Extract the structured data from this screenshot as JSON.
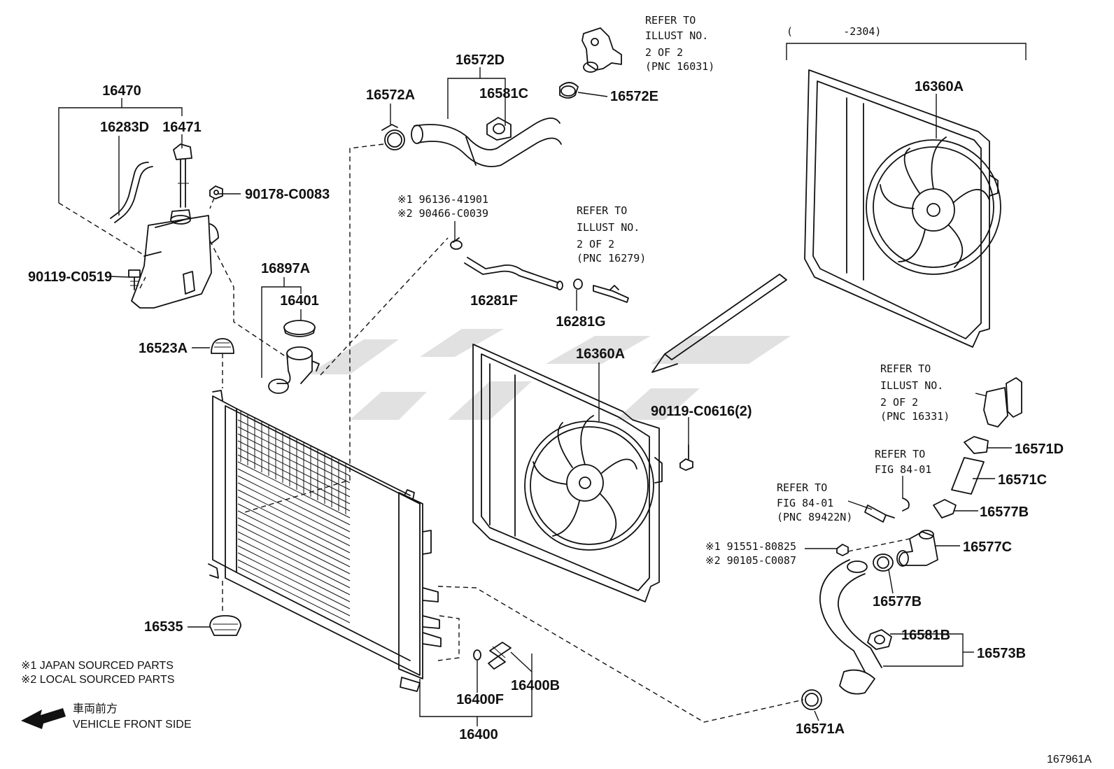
{
  "diagram": {
    "illustration_number": "167961A",
    "range_label": "(        -2304)",
    "watermark": "",
    "parts": {
      "p16470": "16470",
      "p16283D": "16283D",
      "p16471": "16471",
      "p90178": "90178-C0083",
      "p90119_0519": "90119-C0519",
      "p16897A": "16897A",
      "p16401": "16401",
      "p16523A": "16523A",
      "p16535": "16535",
      "p16572D": "16572D",
      "p16572A": "16572A",
      "p16581C": "16581C",
      "p16572E": "16572E",
      "p16281F": "16281F",
      "p16281G": "16281G",
      "p16360A_top": "16360A",
      "p16360A_mid": "16360A",
      "p90119_0616": "90119-C0616(2)",
      "p16571D": "16571D",
      "p16571C": "16571C",
      "p16577B_a": "16577B",
      "p16577C": "16577C",
      "p16577B_b": "16577B",
      "p16581B": "16581B",
      "p16573B": "16573B",
      "p16571A": "16571A",
      "p16400B": "16400B",
      "p16400F": "16400F",
      "p16400": "16400"
    },
    "clamp_parts": {
      "a_mark": "※1 96136-41901",
      "b_mark": "※2 90466-C0039",
      "c_mark": "※1 91551-80825",
      "d_mark": "※2 90105-C0087"
    },
    "references": {
      "ref_16031": [
        "REFER TO",
        "ILLUST NO.",
        "2 OF 2",
        "(PNC 16031)"
      ],
      "ref_16279": [
        "REFER TO",
        "ILLUST NO.",
        "2 OF 2",
        "(PNC 16279)"
      ],
      "ref_16331": [
        "REFER TO",
        "ILLUST NO.",
        "2 OF 2",
        "(PNC 16331)"
      ],
      "ref_fig1": [
        "REFER TO",
        "FIG 84-01"
      ],
      "ref_fig2": [
        "REFER TO",
        "FIG 84-01",
        "(PNC 89422N)"
      ]
    },
    "legend": {
      "japan": "※1  JAPAN SOURCED PARTS",
      "local": "※2  LOCAL SOURCED PARTS",
      "front_jp": "車両前方",
      "front_en": "VEHICLE FRONT SIDE"
    }
  }
}
